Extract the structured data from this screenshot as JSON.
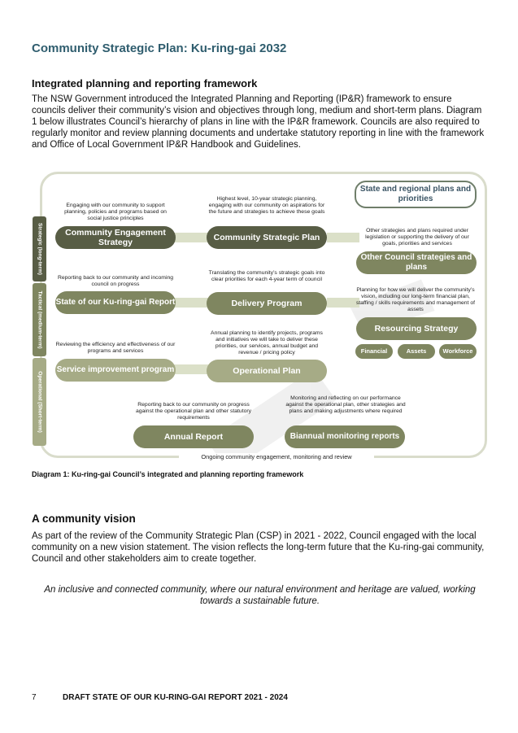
{
  "page": {
    "title": "Community Strategic Plan: Ku-ring-gai 2032",
    "section1": {
      "heading": "Integrated planning and reporting framework",
      "body_lines": [
        "The NSW Government introduced the Integrated Planning and Reporting (IP&R) framework to ensure",
        "councils deliver their community’s vision and objectives through long, medium and short-term plans. Diagram",
        "1 below illustrates Council’s hierarchy of plans in line with the IP&R framework. Councils are also required to",
        "regularly monitor and review planning documents and undertake statutory reporting in line with the framework",
        "and Office of Local Government IP&R Handbook and Guidelines."
      ]
    },
    "diagram": {
      "side_bars": {
        "strategic": "Strategic (long-term)",
        "tactical": "Tactical (medium-term)",
        "operational": "Operational (Short-term)"
      },
      "boxes": {
        "engagement": "Community Engagement Strategy",
        "csp": "Community Strategic Plan",
        "state_plans": "State and regional plans and priorities",
        "other_strategies": "Other Council strategies and plans",
        "state_report": "State of our Ku-ring-gai Report",
        "delivery": "Delivery Program",
        "resourcing": "Resourcing Strategy",
        "financial": "Financial",
        "assets": "Assets",
        "workforce": "Workforce",
        "service": "Service improvement program",
        "operational": "Operational Plan",
        "annual": "Annual Report",
        "biannual": "Biannual monitoring reports"
      },
      "descriptions": {
        "engagement": "Engaging with our community to support planning, policies and programs based on social justice principles",
        "csp": "Highest level, 10-year strategic planning, engaging with our community on aspirations for the future and strategies to achieve these goals",
        "other": "Other strategies and plans required under legislation or supporting the delivery of our goals, priorities and services",
        "state_report": "Reporting back to our community and incoming council on progress",
        "delivery": "Translating the community’s strategic goals into clear priorities for each 4-year term of council",
        "resourcing": "Planning for how we will deliver the community’s vision, including our long-term financial plan, staffing / skills requirements and management of assets",
        "service": "Reviewing the efficiency and effectiveness of our programs and services",
        "operational": "Annual planning to identify projects, programs and initiatives we will take to deliver these priorities, our services, annual budget and revenue / pricing policy",
        "annual": "Reporting back to our community on progress against the operational plan and other statutory requirements",
        "biannual": "Monitoring and reflecting on our performance against the operational plan, other strategies and plans and making adjustments where required"
      },
      "ongoing": "Ongoing community engagement, monitoring and review",
      "colors": {
        "dark": "#585d45",
        "mid": "#7f8660",
        "light": "#a6ab86",
        "title": "#2f5d6e"
      }
    },
    "caption": "Diagram 1: Ku-ring-gai Council’s integrated and planning reporting framework",
    "section2": {
      "heading": "A community vision",
      "body_lines": [
        "As part of the review of the Community Strategic Plan (CSP) in 2021 - 2022, Council engaged with the local",
        "community on a new vision statement. The vision reflects the long-term future that the Ku-ring-gai community,",
        "Council and other stakeholders aim to create together."
      ],
      "quote_lines": [
        "An inclusive and connected community, where our natural environment and heritage are valued, working",
        "towards a sustainable future."
      ]
    },
    "footer": {
      "page_number": "7",
      "title": "DRAFT STATE OF OUR KU-RING-GAI REPORT 2021 - 2024"
    }
  }
}
